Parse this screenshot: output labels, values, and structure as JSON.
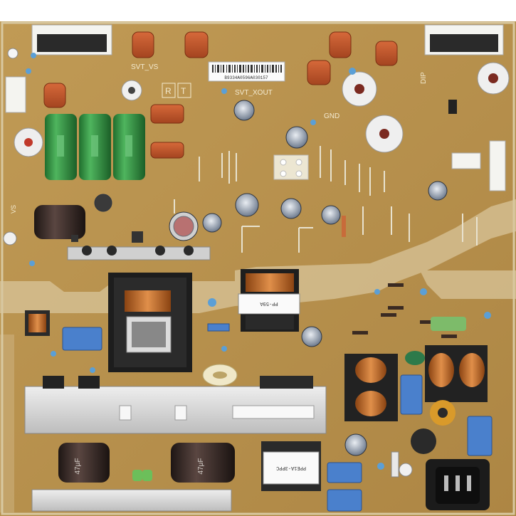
{
  "colors": {
    "board": "#b9914d",
    "board_dark": "#a67f3f",
    "trace": "#d9c7a0",
    "heatsink": "#d8d8d8",
    "cap_green": "#2f8f3d",
    "film_cap": "#c0572c",
    "electrolytic_dark": "#3a2c2a",
    "connector_white": "#f2f2ee",
    "blue_part": "#4a7fc8",
    "copper": "#c46a2a"
  },
  "silkscreen": {
    "svt_vs": "SVT_VS",
    "svt_xout": "SVT_XOUT",
    "gnd": "GND",
    "dip": "DIP",
    "vs": "VS",
    "r": "R",
    "t": "T"
  },
  "labels": {
    "barcode_sticker": "B9334A0596A030157",
    "transformer_label": "PP-59A",
    "filter_label": "PPE1A-3PPC",
    "cap_left_1": "47μF",
    "cap_left_2": "47μF"
  }
}
